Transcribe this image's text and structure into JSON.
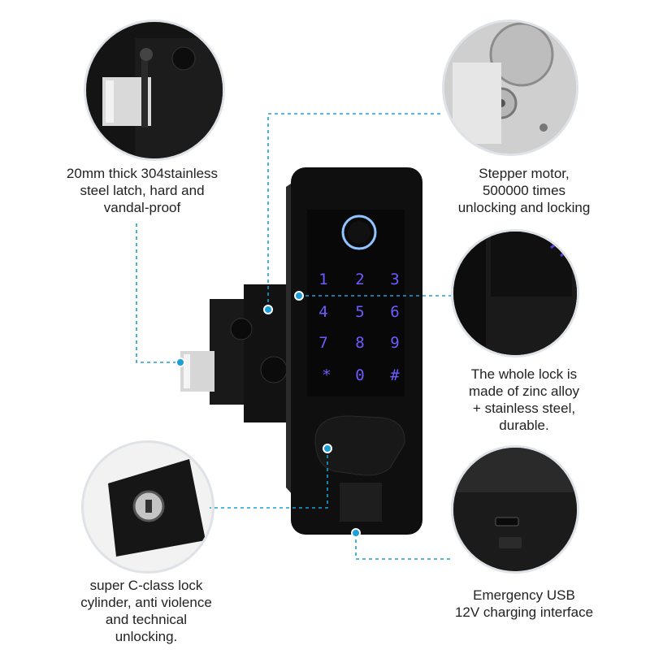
{
  "captions": {
    "latch": "20mm thick 304stainless\nsteel latch, hard and\nvandal-proof",
    "motor": "Stepper motor,\n500000 times\nunlocking and locking",
    "alloy": "The whole lock is\nmade of zinc alloy\n+ stainless steel,\ndurable.",
    "cylinder": "super C-class lock\ncylinder, anti violence\nand technical\nunlocking.",
    "usb": "Emergency USB\n12V charging interface"
  },
  "keypad": {
    "keys": [
      "1",
      "2",
      "3",
      "4",
      "5",
      "6",
      "7",
      "8",
      "9",
      "*",
      "0",
      "#"
    ]
  },
  "colors": {
    "callout": "#1a9fd8",
    "key_glow": "#6b5cff",
    "body": "#111111",
    "ring": "#dfe3e8"
  }
}
